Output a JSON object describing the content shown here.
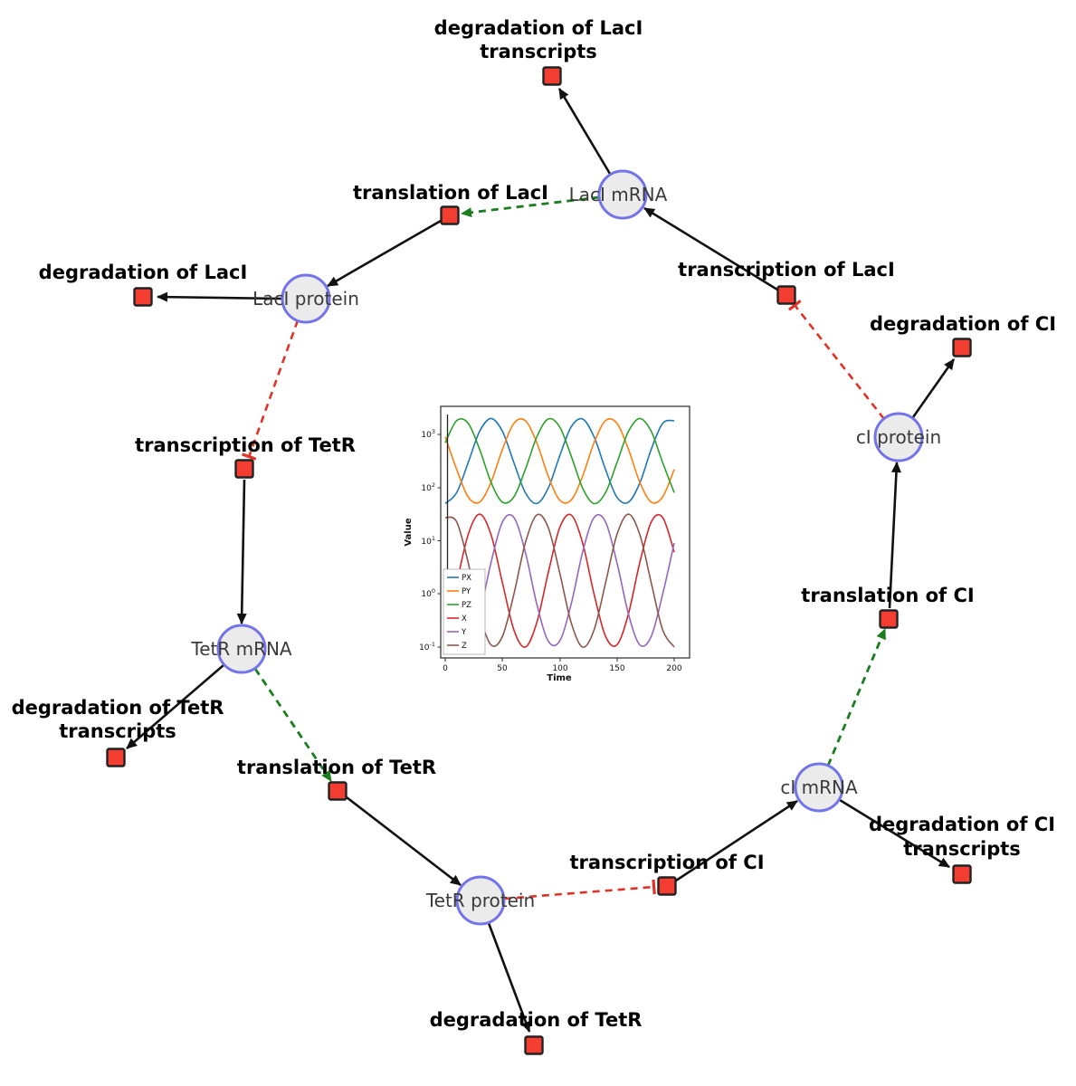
{
  "diagram": {
    "species": [
      {
        "id": "LacI_mRNA",
        "label": "LacI mRNA"
      },
      {
        "id": "LacI_protein",
        "label": "LacI protein"
      },
      {
        "id": "TetR_mRNA",
        "label": "TetR mRNA"
      },
      {
        "id": "TetR_protein",
        "label": "TetR protein"
      },
      {
        "id": "cI_mRNA",
        "label": "cI mRNA"
      },
      {
        "id": "cI_protein",
        "label": "cI protein"
      }
    ],
    "reactions": [
      {
        "id": "deg_LacI_tx",
        "label": "degradation of LacI transcripts",
        "line1": "degradation of LacI",
        "line2": "transcripts"
      },
      {
        "id": "tl_LacI",
        "label": "translation of LacI"
      },
      {
        "id": "tx_LacI",
        "label": "transcription of LacI"
      },
      {
        "id": "deg_LacI",
        "label": "degradation of LacI"
      },
      {
        "id": "deg_CI",
        "label": "degradation of CI"
      },
      {
        "id": "tx_TetR",
        "label": "transcription of TetR"
      },
      {
        "id": "tl_CI",
        "label": "translation of CI"
      },
      {
        "id": "deg_TetR_tx",
        "label": "degradation of TetR transcripts",
        "line1": "degradation of TetR",
        "line2": "transcripts"
      },
      {
        "id": "tl_TetR",
        "label": "translation of TetR"
      },
      {
        "id": "deg_CI_tx",
        "label": "degradation of CI transcripts",
        "line1": "degradation of CI",
        "line2": "transcripts"
      },
      {
        "id": "tx_CI",
        "label": "transcription of CI"
      },
      {
        "id": "deg_TetR",
        "label": "degradation of TetR"
      }
    ],
    "edges": [
      {
        "from": "LacI mRNA",
        "to": "degradation of LacI transcripts",
        "type": "consumption"
      },
      {
        "from": "transcription of LacI",
        "to": "LacI mRNA",
        "type": "production"
      },
      {
        "from": "LacI mRNA",
        "to": "translation of LacI",
        "type": "modifier"
      },
      {
        "from": "translation of LacI",
        "to": "LacI protein",
        "type": "production"
      },
      {
        "from": "LacI protein",
        "to": "degradation of LacI",
        "type": "consumption"
      },
      {
        "from": "LacI protein",
        "to": "transcription of TetR",
        "type": "inhibition"
      },
      {
        "from": "transcription of TetR",
        "to": "TetR mRNA",
        "type": "production"
      },
      {
        "from": "TetR mRNA",
        "to": "degradation of TetR transcripts",
        "type": "consumption"
      },
      {
        "from": "TetR mRNA",
        "to": "translation of TetR",
        "type": "modifier"
      },
      {
        "from": "translation of TetR",
        "to": "TetR protein",
        "type": "production"
      },
      {
        "from": "TetR protein",
        "to": "degradation of TetR",
        "type": "consumption"
      },
      {
        "from": "TetR protein",
        "to": "transcription of CI",
        "type": "inhibition"
      },
      {
        "from": "transcription of CI",
        "to": "cI mRNA",
        "type": "production"
      },
      {
        "from": "cI mRNA",
        "to": "degradation of CI transcripts",
        "type": "consumption"
      },
      {
        "from": "cI mRNA",
        "to": "translation of CI",
        "type": "modifier"
      },
      {
        "from": "translation of CI",
        "to": "cI protein",
        "type": "production"
      },
      {
        "from": "cI protein",
        "to": "degradation of CI",
        "type": "consumption"
      },
      {
        "from": "cI protein",
        "to": "transcription of LacI",
        "type": "inhibition"
      }
    ],
    "colors": {
      "species_fill": "#ebebeb",
      "species_stroke": "#7373ea",
      "reaction_fill": "#f23d30",
      "reaction_stroke": "#222222",
      "flow_edge": "#111111",
      "modifier_edge": "#1a7e1e",
      "inhibition_edge": "#e23227"
    }
  },
  "chart_data": {
    "type": "line",
    "title": "",
    "xlabel": "Time",
    "ylabel": "Value",
    "y_scale": "log",
    "y_tick_base": "10",
    "y_tick_exponents": [
      -1,
      0,
      1,
      2,
      3
    ],
    "x_ticks": [
      0,
      50,
      100,
      150,
      200
    ],
    "xlim": [
      -8,
      212
    ],
    "ylim": [
      0.06,
      3500
    ],
    "legend_position": "lower left",
    "grid": false,
    "initial_transient_line_at_t": 2,
    "x": [
      0,
      10,
      20,
      30,
      40,
      50,
      60,
      70,
      80,
      90,
      100,
      110,
      120,
      130,
      140,
      150,
      160,
      170,
      180,
      190,
      200
    ],
    "series": [
      {
        "name": "PX",
        "color": "#1f77b4",
        "values": [
          50,
          80,
          293,
          1132,
          1995,
          1132,
          293,
          80,
          50,
          98,
          395,
          1378,
          1950,
          902,
          219,
          66,
          53,
          122,
          527,
          1614,
          1816
        ]
      },
      {
        "name": "PY",
        "color": "#ff7f0e",
        "values": [
          900,
          219,
          67,
          53,
          126,
          527,
          1615,
          1816,
          695,
          164,
          58,
          58,
          164,
          694,
          1816,
          1615,
          527,
          126,
          53,
          67,
          219
        ]
      },
      {
        "name": "PZ",
        "color": "#2ca02c",
        "values": [
          695,
          1816,
          1615,
          527,
          126,
          53,
          67,
          219,
          900,
          1950,
          1378,
          395,
          98,
          50,
          80,
          293,
          1132,
          1995,
          1132,
          293,
          80
        ]
      },
      {
        "name": "X",
        "color": "#d62728",
        "values": [
          0.21,
          1.6,
          13,
          31.6,
          13,
          1.6,
          0.21,
          0.1,
          0.29,
          2.5,
          17.7,
          30.5,
          9.1,
          1.0,
          0.16,
          0.11,
          0.42,
          3.9,
          22.7,
          27.3,
          6.1
        ]
      },
      {
        "name": "Y",
        "color": "#9467bd",
        "values": [
          1.0,
          0.16,
          0.11,
          0.42,
          3.9,
          22.7,
          27.3,
          6.1,
          0.64,
          0.13,
          0.13,
          0.64,
          6.1,
          27.3,
          22.7,
          3.9,
          0.42,
          0.11,
          0.16,
          1.0,
          9.1
        ]
      },
      {
        "name": "Z",
        "color": "#8c564b",
        "values": [
          27.3,
          22.7,
          3.9,
          0.42,
          0.11,
          0.16,
          1.0,
          9.1,
          30.5,
          17.7,
          2.5,
          0.29,
          0.1,
          0.21,
          1.6,
          13,
          31.6,
          13,
          1.6,
          0.21,
          0.1
        ]
      }
    ]
  }
}
